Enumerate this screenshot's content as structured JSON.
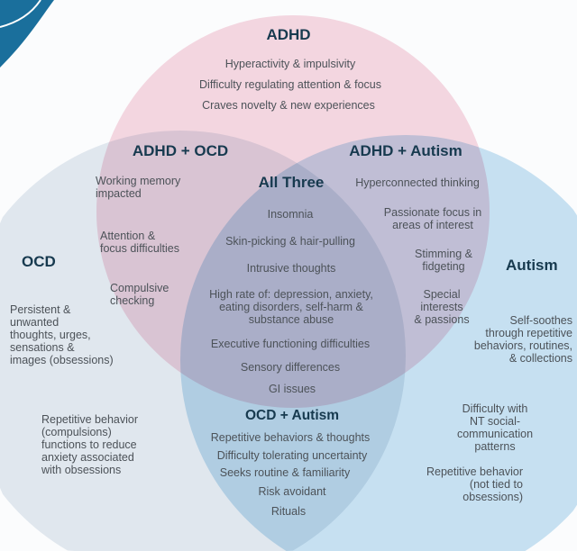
{
  "colors": {
    "adhd": "#f7d9e2",
    "ocd": "#e4eaf0",
    "autism": "#c9e3f3",
    "heading": "#173a4f",
    "text": "#4c5258",
    "accent": "#1a6f9c"
  },
  "adhd": {
    "title": "ADHD",
    "items": [
      "Hyperactivity & impulsivity",
      "Difficulty regulating attention & focus",
      "Craves novelty & new experiences"
    ]
  },
  "adhd_ocd": {
    "title": "ADHD + OCD",
    "items": [
      "Working memory\nimpacted",
      "Attention &\nfocus difficulties",
      "Compulsive\nchecking"
    ]
  },
  "adhd_autism": {
    "title": "ADHD + Autism",
    "items": [
      "Hyperconnected thinking",
      "Passionate focus in\nareas of interest",
      "Stimming &\nfidgeting",
      "Special\ninterests\n& passions"
    ]
  },
  "all_three": {
    "title": "All Three",
    "items": [
      "Insomnia",
      "Skin-picking & hair-pulling",
      "Intrusive thoughts",
      "High rate of: depression, anxiety,\neating disorders, self-harm &\nsubstance abuse",
      "Executive functioning difficulties",
      "Sensory differences",
      "GI issues"
    ]
  },
  "ocd": {
    "title": "OCD",
    "items": [
      "Persistent &\nunwanted\nthoughts, urges,\nsensations &\nimages (obsessions)",
      "Repetitive behavior\n(compulsions)\nfunctions to reduce\nanxiety associated\nwith obsessions"
    ]
  },
  "autism": {
    "title": "Autism",
    "items": [
      "Self-soothes\nthrough repetitive\nbehaviors, routines,\n& collections",
      "Difficulty with NT social-\ncommunication patterns",
      "Repetitive behavior\n(not tied to\nobsessions)"
    ]
  },
  "ocd_autism": {
    "title": "OCD + Autism",
    "items": [
      "Repetitive behaviors & thoughts",
      "Difficulty tolerating uncertainty",
      "Seeks routine & familiarity",
      "Risk avoidant",
      "Rituals"
    ]
  }
}
